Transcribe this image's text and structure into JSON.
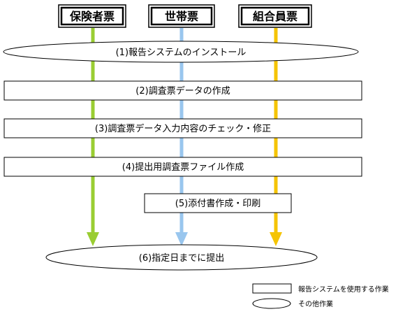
{
  "headers": [
    {
      "label": "保険者票",
      "color": "#9acd32"
    },
    {
      "label": "世帯票",
      "color": "#99c6ee"
    },
    {
      "label": "組合員票",
      "color": "#f5c400"
    }
  ],
  "steps": [
    {
      "label": "(1)報告システムのインストール",
      "kind": "other"
    },
    {
      "label": "(2)調査票データの作成",
      "kind": "system"
    },
    {
      "label": "(3)調査票データ入力内容のチェック・修正",
      "kind": "system"
    },
    {
      "label": "(4)提出用調査票ファイル作成",
      "kind": "system"
    },
    {
      "label": "(5)添付書作成・印刷",
      "kind": "system"
    },
    {
      "label": "(6)指定日までに提出",
      "kind": "other"
    }
  ],
  "legend": {
    "system_label": "報告システムを使用する作業",
    "other_label": "その他作業"
  }
}
